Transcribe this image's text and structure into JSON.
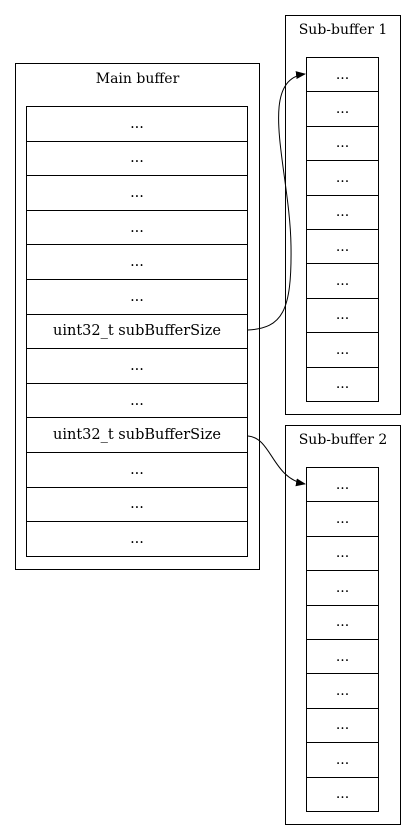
{
  "main_buffer": {
    "title": "Main buffer",
    "cells": [
      "...",
      "...",
      "...",
      "...",
      "...",
      "...",
      "uint32_t subBufferSize",
      "...",
      "...",
      "uint32_t subBufferSize",
      "...",
      "...",
      "..."
    ]
  },
  "sub_buffer_1": {
    "title": "Sub-buffer 1",
    "cells": [
      "...",
      "...",
      "...",
      "...",
      "...",
      "...",
      "...",
      "...",
      "...",
      "..."
    ]
  },
  "sub_buffer_2": {
    "title": "Sub-buffer 2",
    "cells": [
      "...",
      "...",
      "...",
      "...",
      "...",
      "...",
      "...",
      "...",
      "...",
      "..."
    ]
  },
  "edges": [
    {
      "from": "main_buffer.cells.6",
      "to": "sub_buffer_1.cells.0"
    },
    {
      "from": "main_buffer.cells.9",
      "to": "sub_buffer_2.cells.0"
    }
  ]
}
